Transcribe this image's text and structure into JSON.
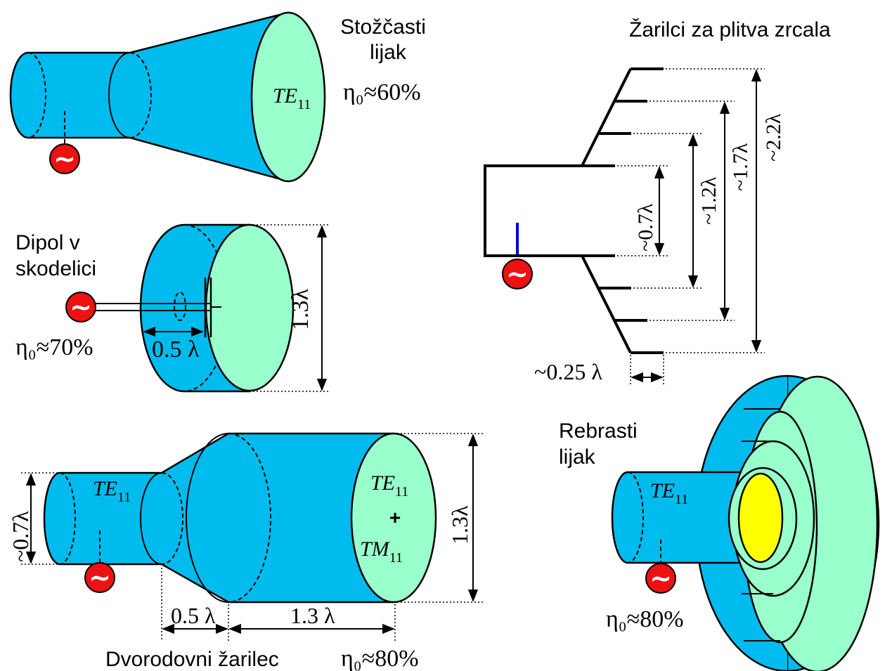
{
  "colors": {
    "blue": "#00bbee",
    "green": "#99ffcc",
    "yellow": "#ffff00",
    "feed": "#ee1111",
    "probe": "#0000dd"
  },
  "labels": {
    "conical_title_1": "Stožčasti",
    "conical_title_2": "lijak",
    "conical_eff": "η₀≈60%",
    "shallow_title": "Žarilci za plitva zrcala",
    "dipole_title_1": "Dipol v",
    "dipole_title_2": "skodelici",
    "dipole_eff": "η₀≈70%",
    "dual_mode_title": "Dvorodovni žarilec",
    "dual_mode_eff": "η₀≈80%",
    "corrugated_title_1": "Rebrasti",
    "corrugated_title_2": "lijak",
    "corrugated_eff": "η₀≈80%",
    "mode_te11": "TE",
    "mode_tm11": "TM",
    "mode_sub": "11",
    "mode_plus": "+",
    "feed_symbol": "~"
  },
  "dimensions": {
    "cup_depth": "0.5 λ",
    "cup_diameter": "1.3λ",
    "dual_small_dia": "~0.7λ",
    "dual_taper_len": "0.5 λ",
    "dual_section_len": "1.3 λ",
    "dual_large_dia": "1.3λ",
    "choke_07": "~0.7λ",
    "choke_12": "~1.2λ",
    "choke_17": "~1.7λ",
    "choke_22": "~2.2λ",
    "choke_depth": "~0.25 λ"
  }
}
